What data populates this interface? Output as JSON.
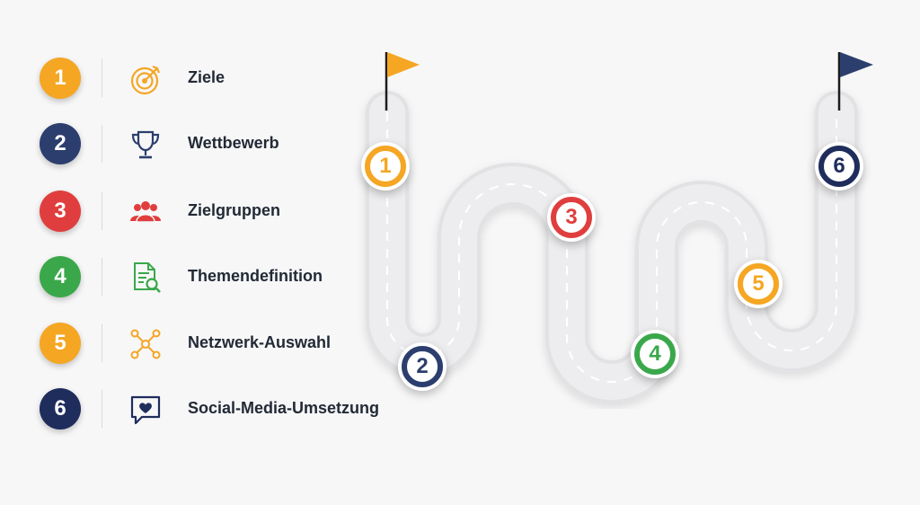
{
  "steps": [
    {
      "number": "1",
      "label": "Ziele",
      "icon": "target-icon",
      "color": "#f5a623"
    },
    {
      "number": "2",
      "label": "Wettbewerb",
      "icon": "trophy-icon",
      "color": "#2c3e6e"
    },
    {
      "number": "3",
      "label": "Zielgruppen",
      "icon": "people-group-icon",
      "color": "#e03e3e"
    },
    {
      "number": "4",
      "label": "Themendefinition",
      "icon": "document-search-icon",
      "color": "#3aa84a"
    },
    {
      "number": "5",
      "label": "Netzwerk-Auswahl",
      "icon": "network-icon",
      "color": "#f5a623"
    },
    {
      "number": "6",
      "label": "Social-Media-Umsetzung",
      "icon": "chat-heart-icon",
      "color": "#1f2d5c"
    }
  ],
  "road": {
    "start_flag_color": "#f5a623",
    "end_flag_color": "#2c3e6e",
    "road_color": "#ededef",
    "dash_color": "#ffffff"
  }
}
